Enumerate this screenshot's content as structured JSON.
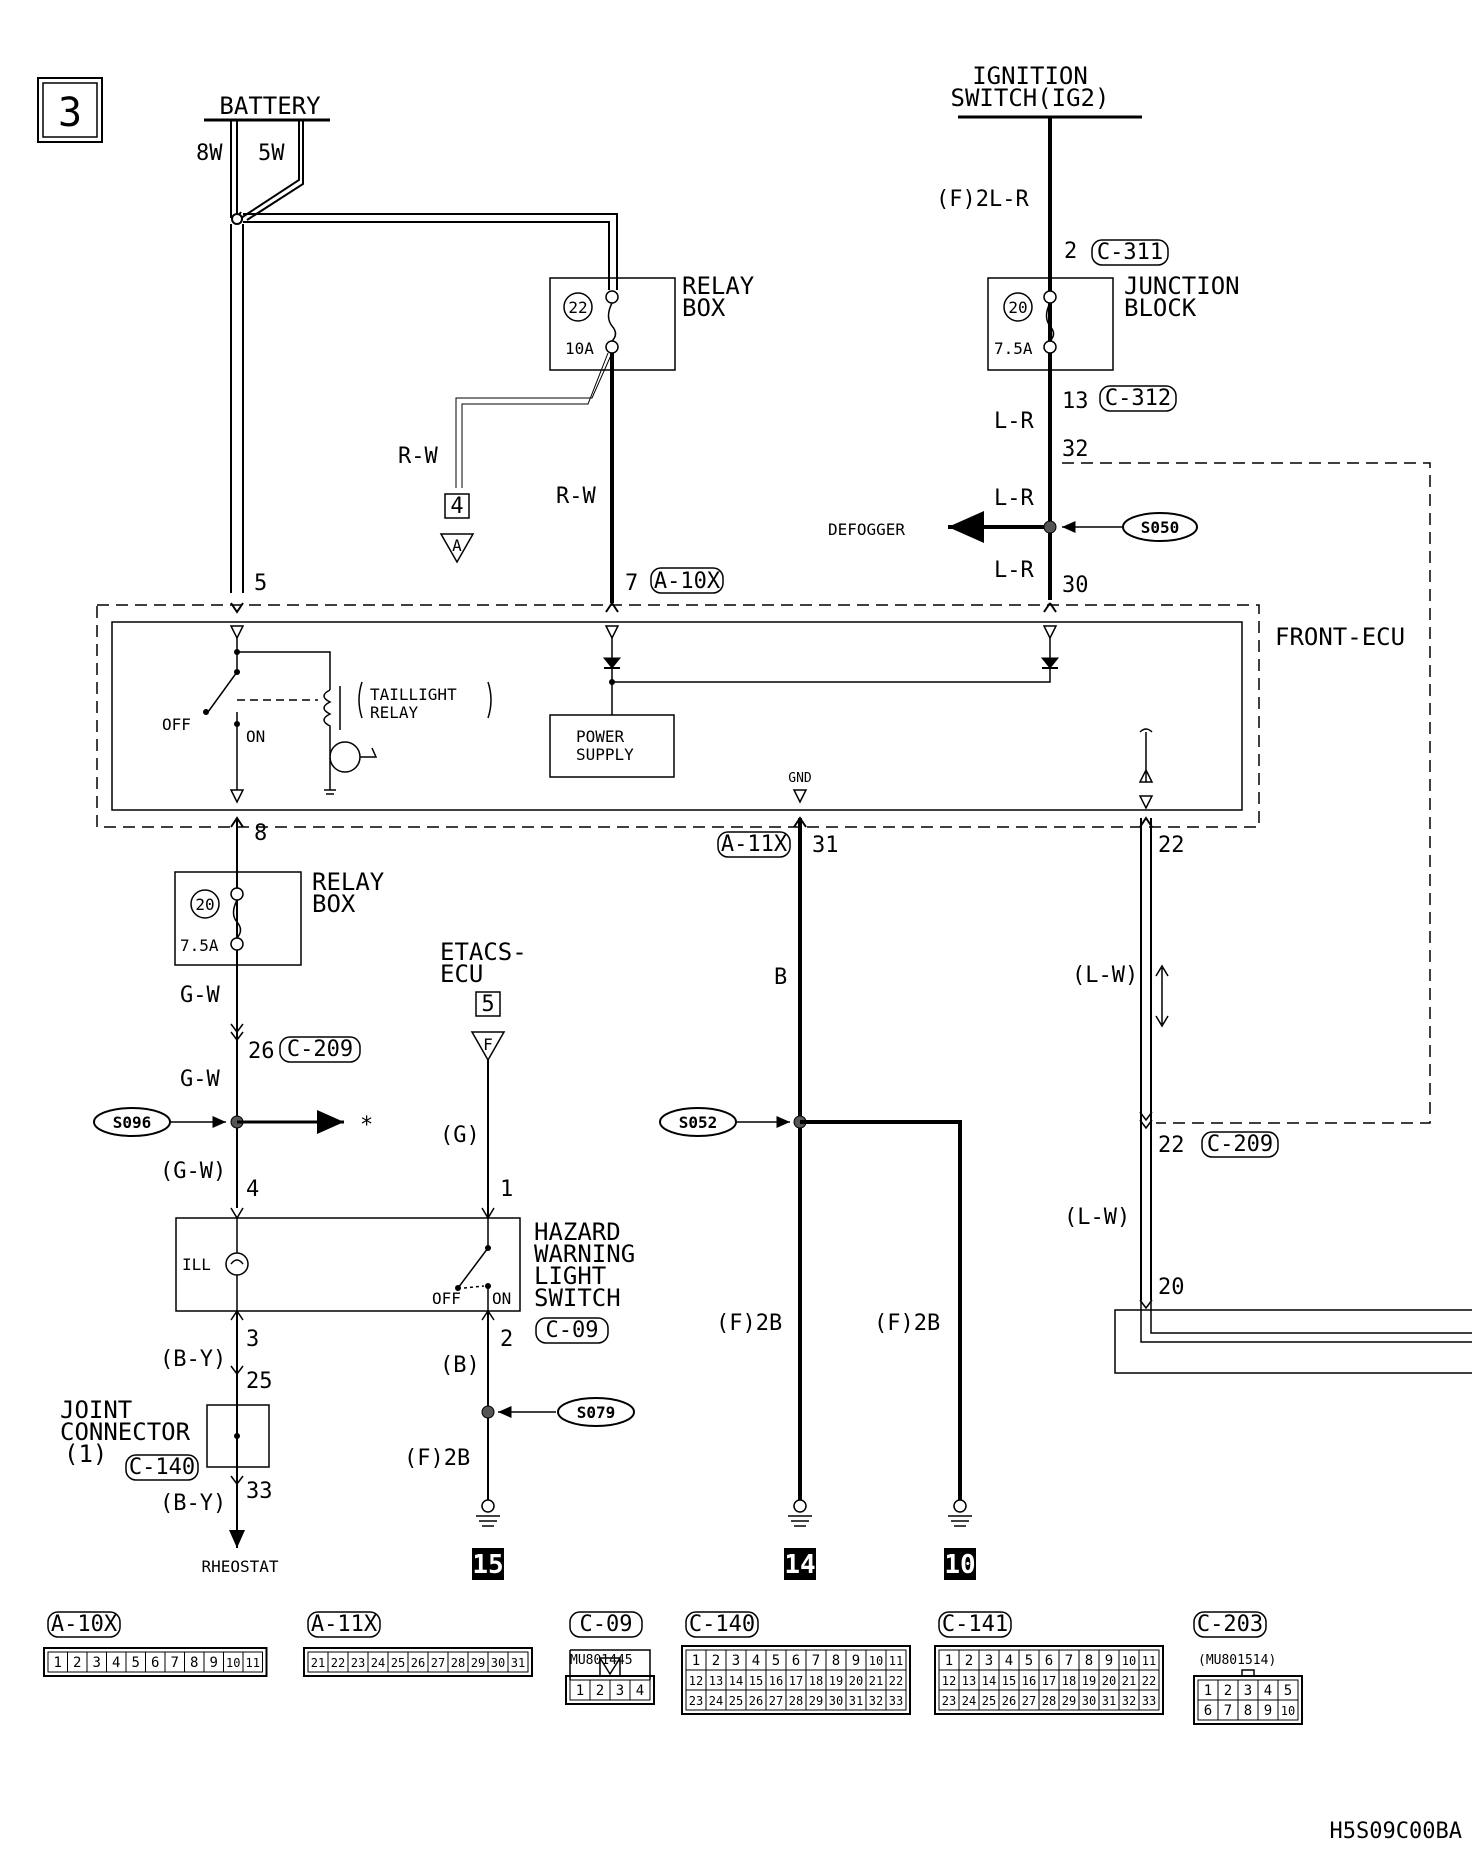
{
  "page_number": "3",
  "footer_code": "H5S09C00BA",
  "components": {
    "battery": "BATTERY",
    "ignition_switch": [
      "IGNITION",
      "SWITCH(IG2)"
    ],
    "relay_box_top": [
      "RELAY",
      "BOX"
    ],
    "relay_box_left": [
      "RELAY",
      "BOX"
    ],
    "junction_block": [
      "JUNCTION",
      "BLOCK"
    ],
    "front_ecu": "FRONT-ECU",
    "taillight_relay": [
      "TAILLIGHT",
      "RELAY"
    ],
    "power_supply": [
      "POWER",
      "SUPPLY"
    ],
    "etacs_ecu": [
      "ETACS-",
      "ECU"
    ],
    "hazard_switch": [
      "HAZARD",
      "WARNING",
      "LIGHT",
      "SWITCH"
    ],
    "joint_connector": [
      "JOINT",
      "CONNECTOR",
      "(1)"
    ],
    "rheostat": "RHEOSTAT",
    "defogger": "DEFOGGER"
  },
  "fuses": {
    "relay_box_top": {
      "no": "22",
      "rating": "10A"
    },
    "junction_block": {
      "no": "20",
      "rating": "7.5A"
    },
    "relay_box_left": {
      "no": "20",
      "rating": "7.5A"
    }
  },
  "switch_labels": {
    "off": "OFF",
    "on": "ON",
    "ill": "ILL",
    "gnd": "GND"
  },
  "wires": {
    "w8": "8W",
    "w5": "5W",
    "f2lr": "(F)2L-R",
    "rw_a": "R-W",
    "rw_b": "R-W",
    "lr_1": "L-R",
    "lr_2": "L-R",
    "lr_3": "L-R",
    "gw_1": "G-W",
    "gw_2": "G-W",
    "gw_3": "(G-W)",
    "by_1": "(B-Y)",
    "by_2": "(B-Y)",
    "g": "(G)",
    "b_paren": "(B)",
    "f2b_1": "(F)2B",
    "b": "B",
    "lw_1": "(L-W)",
    "lw_2": "(L-W)",
    "f2b_2": "(F)2B",
    "f2b_3": "(F)2B"
  },
  "pins": {
    "p2": "2",
    "p13": "13",
    "p32": "32",
    "p30": "30",
    "p5": "5",
    "p7": "7",
    "p8": "8",
    "p26": "26",
    "p4": "4",
    "p3": "3",
    "p25": "25",
    "p33": "33",
    "p1": "1",
    "p2b": "2",
    "p31": "31",
    "p22": "22",
    "p22b": "22",
    "p20": "20"
  },
  "connector_tags": {
    "c311": "C-311",
    "c312": "C-312",
    "a10x": "A-10X",
    "c209a": "C-209",
    "c09": "C-09",
    "c140": "C-140",
    "a11x": "A-11X",
    "c209b": "C-209"
  },
  "splices": [
    "S050",
    "S096",
    "S052",
    "S079"
  ],
  "refs": {
    "box4": "4",
    "tri_a": "A",
    "box5": "5",
    "tri_f": "F",
    "asterisk": "*"
  },
  "grounds": [
    "15",
    "14",
    "10"
  ],
  "connector_table": [
    {
      "label": "A-10X",
      "rows": [
        [
          "1",
          "2",
          "3",
          "4",
          "5",
          "6",
          "7",
          "8",
          "9",
          "10",
          "11"
        ]
      ]
    },
    {
      "label": "A-11X",
      "rows": [
        [
          "21",
          "22",
          "23",
          "24",
          "25",
          "26",
          "27",
          "28",
          "29",
          "30",
          "31"
        ]
      ]
    },
    {
      "label": "C-09",
      "part": "MU801445",
      "rows": [
        [
          "1",
          "2",
          "3",
          "4"
        ]
      ]
    },
    {
      "label": "C-140",
      "rows": [
        [
          "1",
          "2",
          "3",
          "4",
          "5",
          "6",
          "7",
          "8",
          "9",
          "10",
          "11"
        ],
        [
          "12",
          "13",
          "14",
          "15",
          "16",
          "17",
          "18",
          "19",
          "20",
          "21",
          "22"
        ],
        [
          "23",
          "24",
          "25",
          "26",
          "27",
          "28",
          "29",
          "30",
          "31",
          "32",
          "33"
        ]
      ]
    },
    {
      "label": "C-141",
      "rows": [
        [
          "1",
          "2",
          "3",
          "4",
          "5",
          "6",
          "7",
          "8",
          "9",
          "10",
          "11"
        ],
        [
          "12",
          "13",
          "14",
          "15",
          "16",
          "17",
          "18",
          "19",
          "20",
          "21",
          "22"
        ],
        [
          "23",
          "24",
          "25",
          "26",
          "27",
          "28",
          "29",
          "30",
          "31",
          "32",
          "33"
        ]
      ]
    },
    {
      "label": "C-203",
      "part": "(MU801514)",
      "rows": [
        [
          "1",
          "2",
          "3",
          "4",
          "5"
        ],
        [
          "6",
          "7",
          "8",
          "9",
          "10"
        ]
      ]
    }
  ]
}
